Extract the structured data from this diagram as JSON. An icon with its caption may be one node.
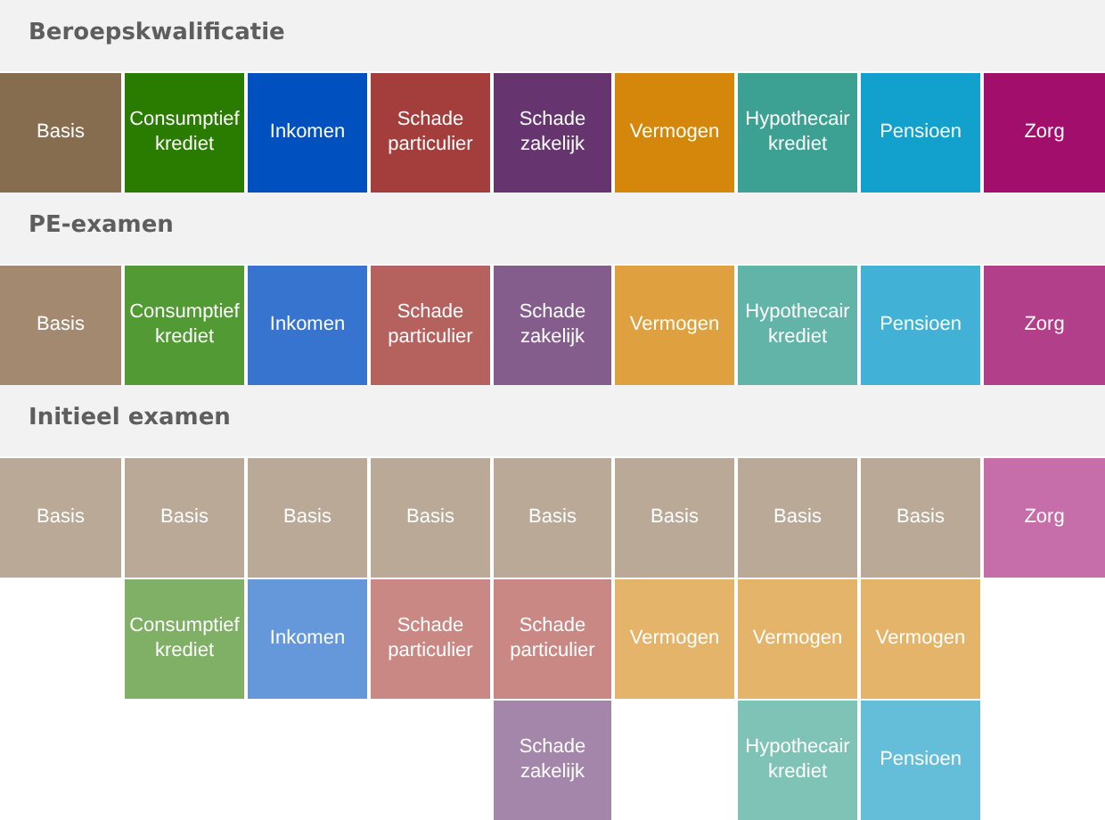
{
  "diagram": {
    "nodes": [
      {
        "text": [
          "Beroepskwalificatie"
        ]
      },
      {
        "text": [
          "Basis"
        ]
      },
      {
        "text": [
          "Consumptief krediet"
        ]
      },
      {
        "text": [
          "Inkomen"
        ]
      },
      {
        "text": [
          "Schade particulier"
        ]
      },
      {
        "text": [
          "Schade zakelijk"
        ]
      },
      {
        "text": [
          "Vermogen"
        ]
      },
      {
        "text": [
          "Hypothecair krediet"
        ]
      },
      {
        "text": [
          "Pensioen"
        ]
      },
      {
        "text": [
          "Zorg"
        ]
      },
      {
        "text": [
          "PE-examen"
        ]
      },
      {
        "text": [
          "Basis"
        ]
      },
      {
        "text": [
          "Consumptief krediet"
        ]
      },
      {
        "text": [
          "Inkomen"
        ]
      },
      {
        "text": [
          "Schade particulier"
        ]
      },
      {
        "text": [
          "Schade zakelijk"
        ]
      },
      {
        "text": [
          "Vermogen"
        ]
      },
      {
        "text": [
          "Hypothecair krediet"
        ]
      },
      {
        "text": [
          "Pensioen"
        ]
      },
      {
        "text": [
          "Zorg"
        ]
      },
      {
        "text": [
          "Initieel examen"
        ]
      },
      {
        "text": [
          "Basis"
        ]
      },
      {
        "text": [
          "Basis"
        ]
      },
      {
        "text": [
          "Basis"
        ]
      },
      {
        "text": [
          "Basis"
        ]
      },
      {
        "text": [
          "Basis"
        ]
      },
      {
        "text": [
          "Basis"
        ]
      },
      {
        "text": [
          "Basis"
        ]
      },
      {
        "text": [
          "Basis"
        ]
      },
      {
        "text": [
          "Zorg"
        ]
      },
      {
        "text": [
          "Consumptief krediet"
        ]
      },
      {
        "text": [
          "Inkomen"
        ]
      },
      {
        "text": [
          "Schade particulier"
        ]
      },
      {
        "text": [
          "Schade particulier"
        ]
      },
      {
        "text": [
          "Vermogen"
        ]
      },
      {
        "text": [
          "Vermogen"
        ]
      },
      {
        "text": [
          "Vermogen"
        ]
      },
      {
        "text": [
          "Schade zakelijk"
        ]
      },
      {
        "text": [
          "Hypothecair krediet"
        ]
      },
      {
        "text": [
          "Pensioen"
        ]
      }
    ]
  }
}
